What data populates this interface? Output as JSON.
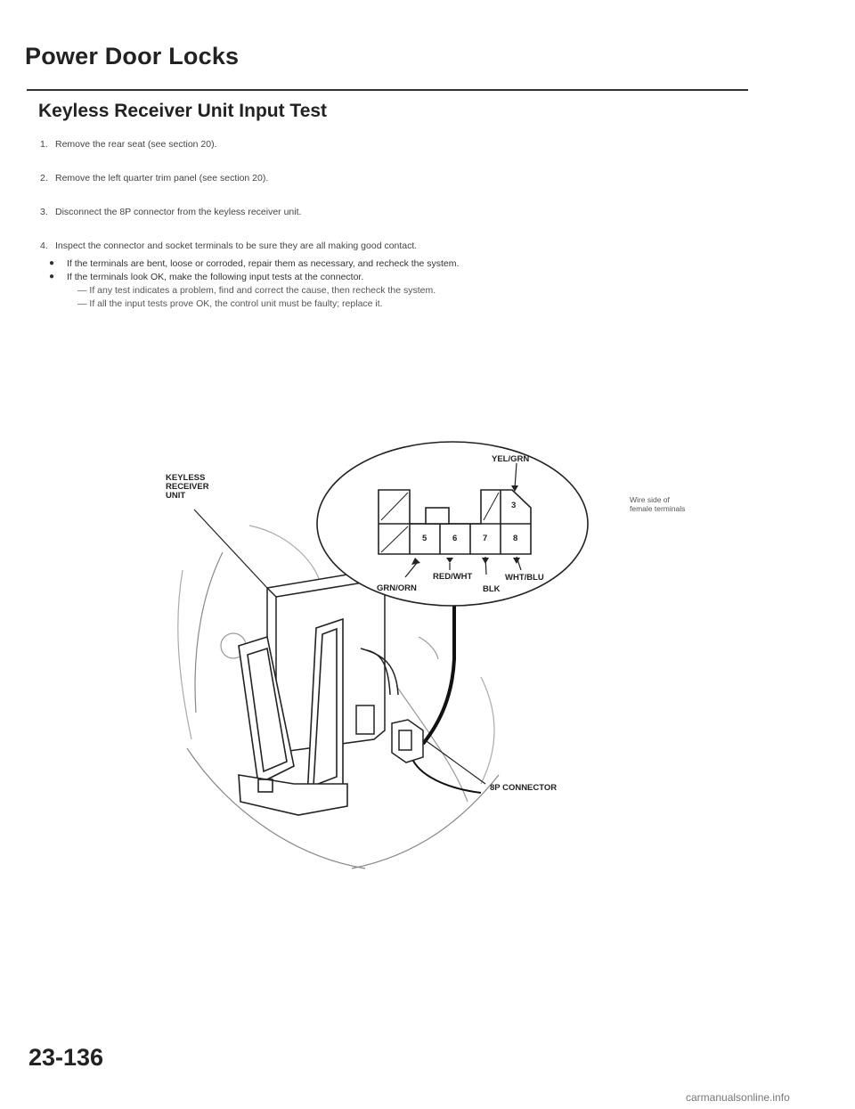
{
  "header": {
    "title": "Power Door Locks",
    "section_title": "Keyless Receiver Unit Input Test"
  },
  "steps": [
    {
      "num": "1.",
      "text": "Remove the rear seat (see section 20)."
    },
    {
      "num": "2.",
      "text": "Remove the left quarter trim panel (see section 20)."
    },
    {
      "num": "3.",
      "text": "Disconnect the 8P connector from the keyless receiver unit."
    },
    {
      "num": "4.",
      "text": "Inspect the connector and socket terminals to be sure they are all making good contact."
    }
  ],
  "bullets": [
    {
      "text": "If the terminals are bent, loose or corroded, repair them as necessary, and recheck the system."
    },
    {
      "text": "If the terminals look OK, make the following input tests at the connector."
    }
  ],
  "sub_bullets": [
    "— If any test indicates a problem, find and correct the cause, then recheck the system.",
    "— If all the input tests prove OK, the control unit must be faulty; replace it."
  ],
  "diagram": {
    "unit_label": "KEYLESS\nRECEIVER\nUNIT",
    "wire_side_label": "Wire side of\nfemale terminals",
    "connector_label": "8P CONNECTOR",
    "wires": {
      "yel_grn": "YEL/GRN",
      "red_wht": "RED/WHT",
      "grn_orn": "GRN/ORN",
      "wht_blu": "WHT/BLU",
      "blk": "BLK"
    },
    "pins": {
      "p3": "3",
      "p5": "5",
      "p6": "6",
      "p7": "7",
      "p8": "8"
    }
  },
  "footer": {
    "page_number": "23-136",
    "watermark": "carmanualsonline.info"
  }
}
